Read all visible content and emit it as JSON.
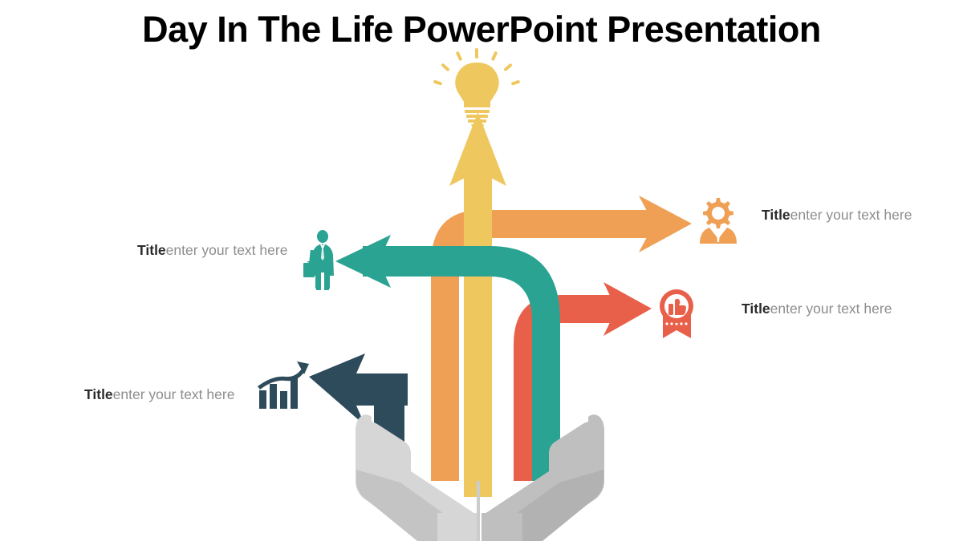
{
  "slide": {
    "title": "Day In The Life PowerPoint Presentation",
    "background_color": "#ffffff"
  },
  "palette": {
    "navy": "#2d4b5a",
    "orange": "#f0a055",
    "yellow": "#eec85f",
    "red": "#e8604a",
    "teal": "#2aa392",
    "hand_light": "#d6d6d6",
    "hand_dark": "#bfbfbf",
    "title_text": "#000000",
    "label_title_text": "#2b2b2b",
    "label_body_text": "#8d8d8d"
  },
  "callouts": [
    {
      "id": "gear-person",
      "title": "Title",
      "body": "enter your text here",
      "icon": "gear-person-icon",
      "icon_color": "#f0a055",
      "arrow_color": "#f0a055",
      "arrow_direction": "right"
    },
    {
      "id": "award",
      "title": "Title",
      "body": "enter your text here",
      "icon": "award-thumbs-up-icon",
      "icon_color": "#e8604a",
      "arrow_color": "#e8604a",
      "arrow_direction": "right"
    },
    {
      "id": "businessman",
      "title": "Title",
      "body": "enter your text here",
      "icon": "businessman-briefcase-icon",
      "icon_color": "#2aa392",
      "arrow_color": "#2aa392",
      "arrow_direction": "left"
    },
    {
      "id": "growth",
      "title": "Title",
      "body": "enter your text here",
      "icon": "bar-chart-growth-icon",
      "icon_color": "#2d4b5a",
      "arrow_color": "#2d4b5a",
      "arrow_direction": "left"
    }
  ],
  "center": {
    "icon": "light-bulb-icon",
    "icon_color": "#eec85f",
    "arrow_color": "#eec85f",
    "arrow_direction": "up"
  },
  "base": {
    "icon": "open-hands-icon",
    "color_light": "#d6d6d6",
    "color_dark": "#bfbfbf"
  }
}
